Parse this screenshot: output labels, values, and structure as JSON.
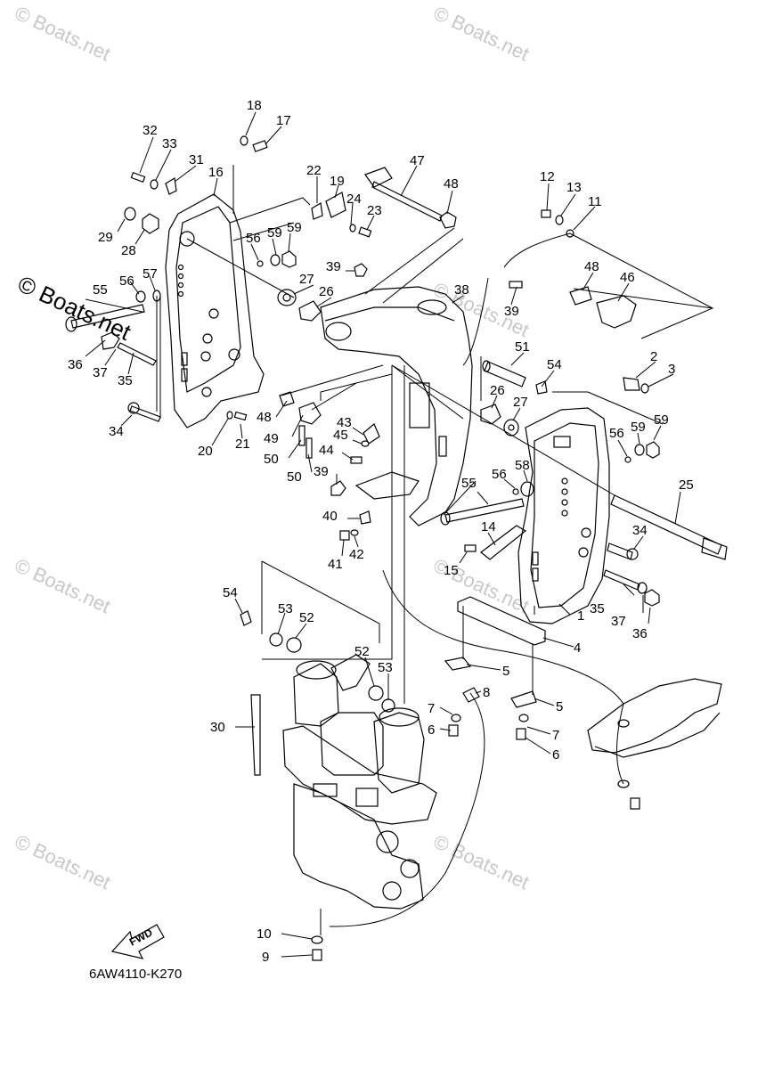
{
  "diagram": {
    "drawing_code": "6AW4110-K270",
    "fwd_label": "FWD",
    "watermark_text": "© Boats.net",
    "callouts": [
      "1",
      "2",
      "3",
      "4",
      "5",
      "5",
      "6",
      "6",
      "7",
      "7",
      "8",
      "9",
      "10",
      "11",
      "12",
      "13",
      "14",
      "15",
      "16",
      "17",
      "18",
      "19",
      "20",
      "21",
      "22",
      "23",
      "24",
      "25",
      "26",
      "26",
      "27",
      "27",
      "28",
      "29",
      "30",
      "31",
      "32",
      "33",
      "34",
      "34",
      "35",
      "35",
      "36",
      "36",
      "37",
      "37",
      "38",
      "39",
      "39",
      "39",
      "40",
      "41",
      "42",
      "43",
      "44",
      "45",
      "46",
      "47",
      "48",
      "48",
      "48",
      "49",
      "50",
      "50",
      "51",
      "52",
      "52",
      "53",
      "53",
      "54",
      "54",
      "55",
      "55",
      "56",
      "56",
      "56",
      "56",
      "57",
      "58",
      "59",
      "59",
      "59",
      "59"
    ]
  }
}
